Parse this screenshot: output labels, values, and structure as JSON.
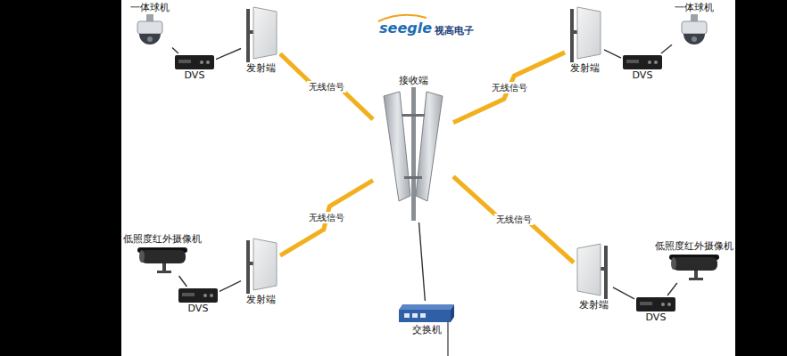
{
  "diagram": {
    "nodes": [
      {
        "text": [
          "一体球机"
        ]
      },
      {
        "text": [
          "DVS"
        ]
      },
      {
        "text": [
          "发射端"
        ]
      },
      {
        "text": [
          "接收端"
        ]
      },
      {
        "text": [
          "发射端"
        ]
      },
      {
        "text": [
          "DVS"
        ]
      },
      {
        "text": [
          "一体球机"
        ]
      },
      {
        "text": [
          "低照度红外摄像机"
        ]
      },
      {
        "text": [
          "DVS"
        ]
      },
      {
        "text": [
          "发射端"
        ]
      },
      {
        "text": [
          "发射端"
        ]
      },
      {
        "text": [
          "DVS"
        ]
      },
      {
        "text": [
          "低照度红外摄像机"
        ]
      },
      {
        "text": [
          "交换机"
        ]
      }
    ],
    "edges": [
      {
        "from": 0,
        "to": 1,
        "arrow": "none"
      },
      {
        "from": 1,
        "to": 2,
        "arrow": "none"
      },
      {
        "from": 2,
        "to": 3,
        "label": "无线信号",
        "arrow": "none"
      },
      {
        "from": 4,
        "to": 3,
        "label": "无线信号",
        "arrow": "none"
      },
      {
        "from": 6,
        "to": 5,
        "arrow": "none"
      },
      {
        "from": 5,
        "to": 4,
        "arrow": "none"
      },
      {
        "from": 7,
        "to": 8,
        "arrow": "none"
      },
      {
        "from": 8,
        "to": 9,
        "arrow": "none"
      },
      {
        "from": 9,
        "to": 3,
        "label": "无线信号",
        "arrow": "none"
      },
      {
        "from": 10,
        "to": 3,
        "label": "无线信号",
        "arrow": "none"
      },
      {
        "from": 12,
        "to": 11,
        "arrow": "none"
      },
      {
        "from": 11,
        "to": 10,
        "arrow": "none"
      },
      {
        "from": 3,
        "to": 13,
        "arrow": "none"
      }
    ],
    "labels": [
      "seegle",
      "视高电子"
    ]
  }
}
